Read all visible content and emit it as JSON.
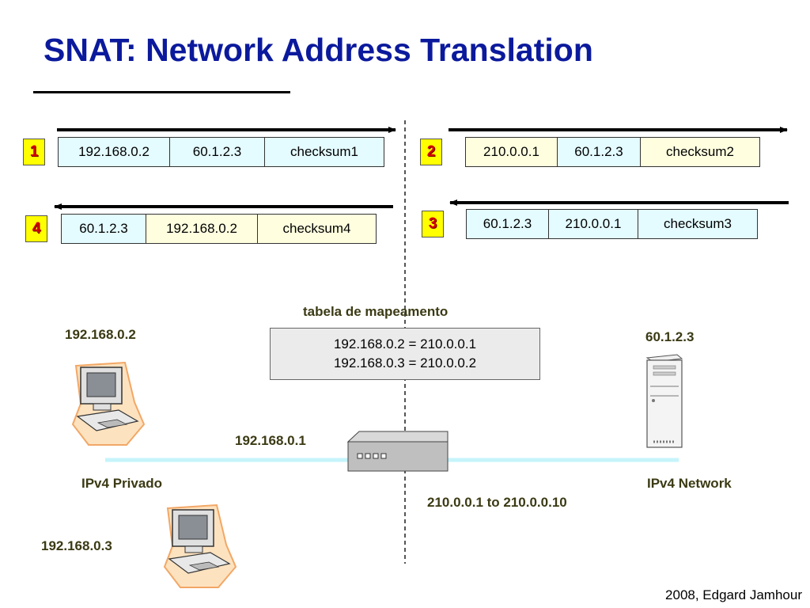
{
  "title": "SNAT: Network Address Translation",
  "packets": [
    {
      "num": "1",
      "fields": [
        "192.168.0.2",
        "60.1.2.3",
        "checksum1"
      ]
    },
    {
      "num": "2",
      "fields": [
        "210.0.0.1",
        "60.1.2.3",
        "checksum2"
      ]
    },
    {
      "num": "3",
      "fields": [
        "60.1.2.3",
        "210.0.0.1",
        "checksum3"
      ]
    },
    {
      "num": "4",
      "fields": [
        "60.1.2.3",
        "192.168.0.2",
        "checksum4"
      ]
    }
  ],
  "mapping": {
    "title": "tabela de mapeamento",
    "entries": [
      "192.168.0.2 = 210.0.0.1",
      "192.168.0.3 = 210.0.0.2"
    ]
  },
  "labels": {
    "host1_ip": "192.168.0.2",
    "host2_ip": "192.168.0.3",
    "server_ip": "60.1.2.3",
    "router_inside_ip": "192.168.0.1",
    "private_net": "IPv4 Privado",
    "public_net": "IPv4 Network",
    "public_pool": "210.0.0.1 to 210.0.0.10"
  },
  "credit": "2008, Edgard Jamhour",
  "colors": {
    "title": "#0b1a9c",
    "badge_bg": "#ffff00",
    "badge_text": "#d40000",
    "cell_blue": "#e4fbff",
    "cell_cream": "#ffffe0",
    "network_line": "#c6f4fb"
  }
}
